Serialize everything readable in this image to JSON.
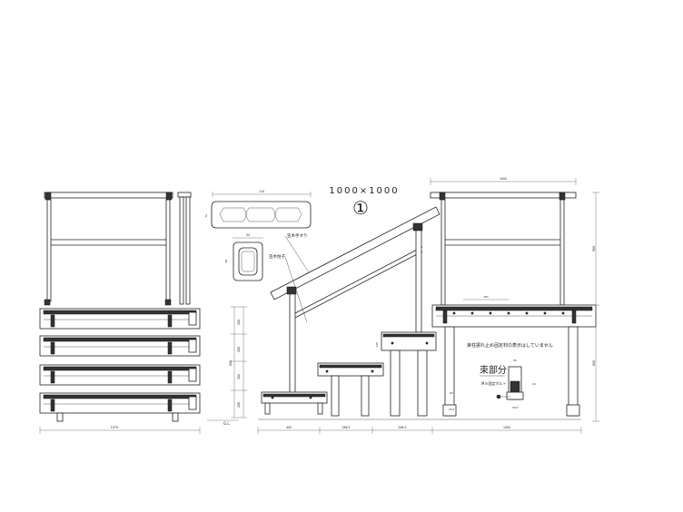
{
  "drawing": {
    "spec_label": "1000×1000",
    "circled_number": "①",
    "handrail_label": "笠木手すり",
    "post_label": "笠木柱子",
    "note_text": "束柱振れ止め固定材の表示はしていません",
    "bundle_title": "束部分",
    "bolt_label": "M８固定ボルト",
    "gl_label": "G.L"
  },
  "dimensions": {
    "top_width": "1000",
    "right_width": "1000",
    "right_height_upper": "900",
    "right_height_lower": "800",
    "section_rail_width": "110",
    "section_rail_height": "34",
    "section_post_width": "34",
    "section_post_height": "49",
    "step_dims": [
      "200",
      "200",
      "200",
      "200"
    ],
    "total_height": "800",
    "left_base": "1070",
    "base_left": "400",
    "base_mid1": "266.5",
    "base_mid2": "266.5",
    "base_right": "1000",
    "landing_dim": "181",
    "step_rise": "140",
    "small_a": "65",
    "small_b": "70.6",
    "small_c": "60",
    "small_d": "24",
    "small_e": "70.6"
  }
}
